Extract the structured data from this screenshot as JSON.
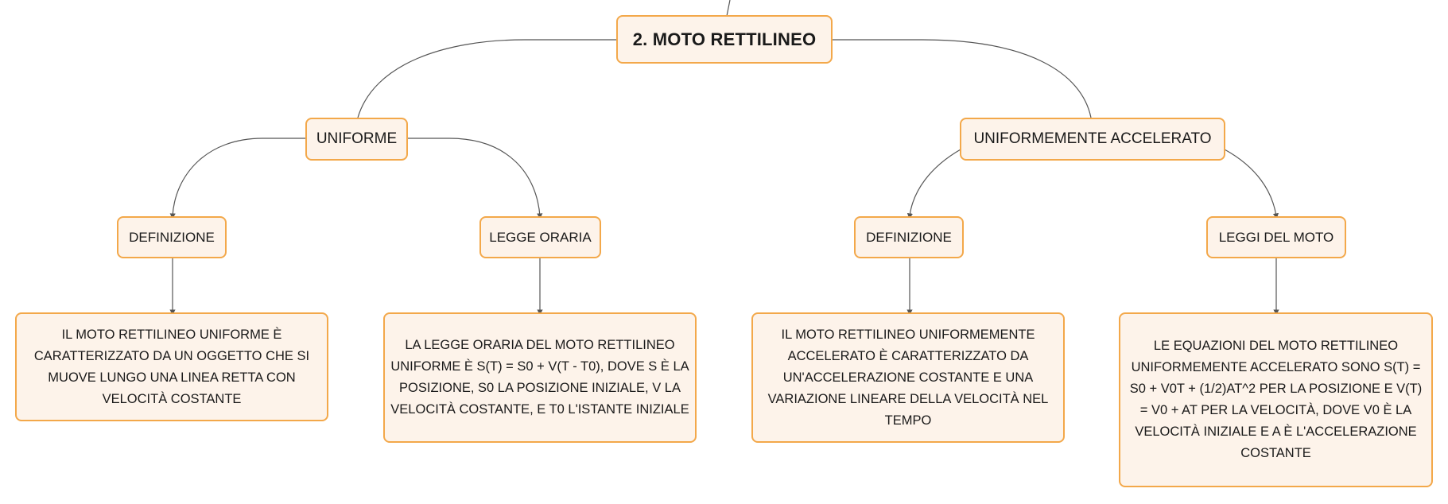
{
  "map": {
    "root": {
      "label": "2. MOTO RETTILINEO"
    },
    "uniforme": {
      "label": "UNIFORME",
      "definizione": {
        "label": "DEFINIZIONE",
        "text": "IL MOTO RETTILINEO UNIFORME È CARATTERIZZATO DA UN OGGETTO CHE SI MUOVE LUNGO UNA LINEA RETTA CON VELOCITÀ COSTANTE"
      },
      "legge_oraria": {
        "label": "LEGGE ORARIA",
        "text": "LA LEGGE ORARIA DEL MOTO RETTILINEO UNIFORME È S(T) = S0 + V(T - T0), DOVE S È LA POSIZIONE, S0 LA POSIZIONE INIZIALE, V LA VELOCITÀ COSTANTE, E T0 L'ISTANTE INIZIALE"
      }
    },
    "accelerato": {
      "label": "UNIFORMEMENTE ACCELERATO",
      "definizione": {
        "label": "DEFINIZIONE",
        "text": "IL MOTO RETTILINEO UNIFORMEMENTE ACCELERATO È CARATTERIZZATO DA UN'ACCELERAZIONE COSTANTE E UNA VARIAZIONE LINEARE DELLA VELOCITÀ NEL TEMPO"
      },
      "leggi_moto": {
        "label": "LEGGI DEL MOTO",
        "text": "LE EQUAZIONI DEL MOTO RETTILINEO UNIFORMEMENTE ACCELERATO SONO S(T) = S0 + V0T + (1/2)AT^2 PER LA POSIZIONE E V(T) = V0 + AT PER LA VELOCITÀ, DOVE V0 È LA VELOCITÀ INIZIALE E A È L'ACCELERAZIONE COSTANTE"
      }
    }
  },
  "colors": {
    "node_fill": "#fdf3ea",
    "node_border": "#f3a84a",
    "connector": "#555555",
    "text": "#1a1a1a"
  }
}
